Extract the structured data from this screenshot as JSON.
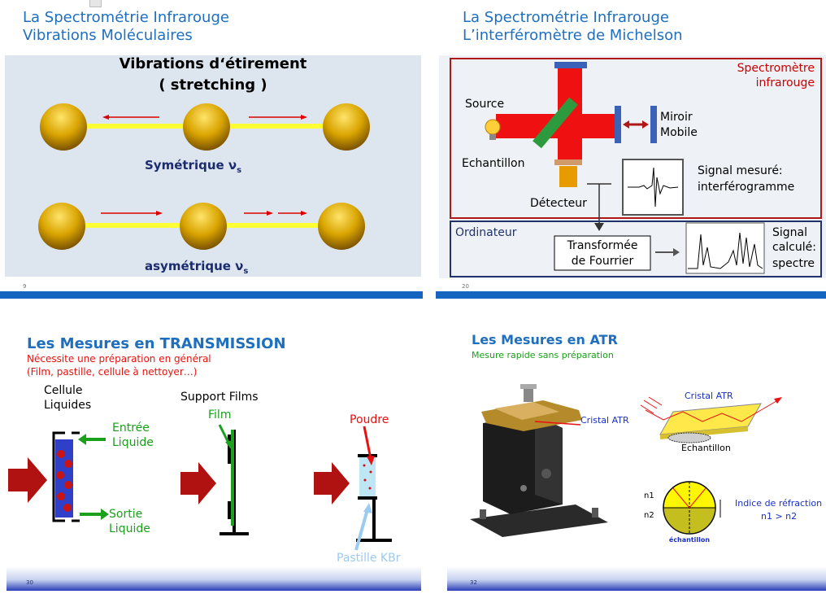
{
  "slide1": {
    "header_line1": "La Spectrométrie Infrarouge",
    "header_line2": "Vibrations Moléculaires",
    "title_line1": "Vibrations d‘étirement",
    "title_line2": "( stretching )",
    "symmetric_label": "Symétrique ν",
    "asymmetric_label": "asymétrique ν",
    "subscript": "s",
    "page_number": "9"
  },
  "slide2": {
    "header_line1": "La Spectrométrie Infrarouge",
    "header_line2": "L’interféromètre de Michelson",
    "box_label_line1": "Spectromètre",
    "box_label_line2": "infrarouge",
    "source": "Source",
    "mirror_line1": "Miroir",
    "mirror_line2": "Mobile",
    "sample": "Echantillon",
    "detector": "Détecteur",
    "signal_measured_line1": "Signal mesuré:",
    "signal_measured_line2": "interférogramme",
    "computer": "Ordinateur",
    "fourier_line1": "Transformée",
    "fourier_line2": "de Fourrier",
    "signal_calc_line1": "Signal",
    "signal_calc_line2": "calculé:",
    "signal_calc_line3": "spectre",
    "page_number": "20"
  },
  "slide3": {
    "title": "Les Mesures en TRANSMISSION",
    "subtitle_line1": "Nécessite une préparation en général",
    "subtitle_line2": "(Film, pastille, cellule à nettoyer…)",
    "cell_line1": "Cellule",
    "cell_line2": "Liquides",
    "support": "Support Films",
    "film": "Film",
    "powder": "Poudre",
    "inlet_line1": "Entrée",
    "inlet_line2": "Liquide",
    "outlet_line1": "Sortie",
    "outlet_line2": "Liquide",
    "pellet": "Pastille KBr",
    "page_number": "30"
  },
  "slide4": {
    "title": "Les Mesures en ATR",
    "subtitle": "Mesure rapide sans préparation",
    "crystal_photo_label": "Cristal ATR",
    "crystal_diagram_label": "Cristal ATR",
    "sample": "Echantillon",
    "n1": "n1",
    "n2": "n2",
    "sample_small": "échantillon",
    "refraction_line1": "Indice de réfraction",
    "refraction_line2": "n1 > n2",
    "page_number": "32"
  }
}
